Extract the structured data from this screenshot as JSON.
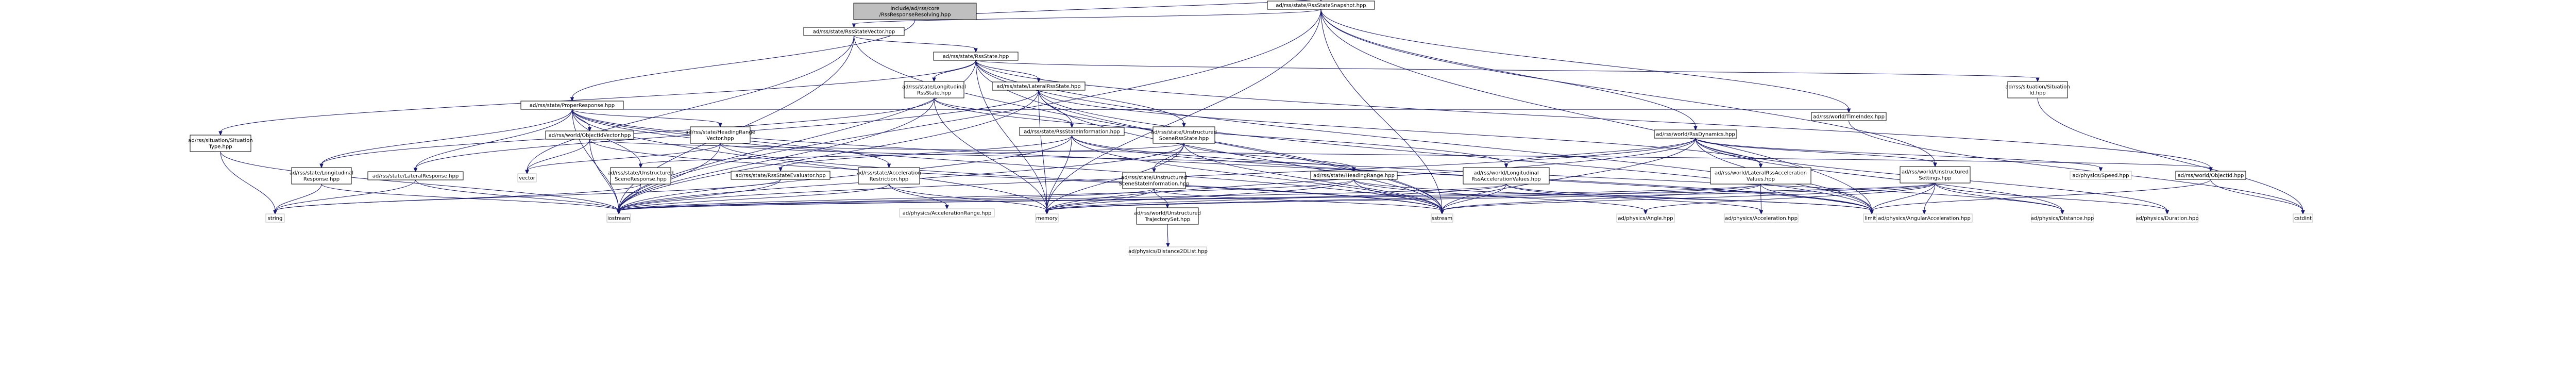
{
  "colors": {
    "root_fill": "#bfbfbf",
    "node_fill": "#ffffff",
    "external_fill": "#ffffff",
    "linked_stroke": "#000000",
    "external_stroke": "#bfbfbf",
    "edge": "#191970"
  },
  "nodes": [
    {
      "id": "root",
      "label": [
        "include/ad/rss/core",
        "/RssResponseResolving.hpp"
      ],
      "kind": "root"
    },
    {
      "id": "snapshot",
      "label": [
        "ad/rss/state/RssStateSnapshot.hpp"
      ],
      "kind": "file"
    },
    {
      "id": "stateVector",
      "label": [
        "ad/rss/state/RssStateVector.hpp"
      ],
      "kind": "file"
    },
    {
      "id": "properResponse",
      "label": [
        "ad/rss/state/ProperResponse.hpp"
      ],
      "kind": "file"
    },
    {
      "id": "rssState",
      "label": [
        "ad/rss/state/RssState.hpp"
      ],
      "kind": "file"
    },
    {
      "id": "longState",
      "label": [
        "ad/rss/state/Longitudinal",
        "RssState.hpp"
      ],
      "kind": "file"
    },
    {
      "id": "latState",
      "label": [
        "ad/rss/state/LateralRssState.hpp"
      ],
      "kind": "file"
    },
    {
      "id": "situationId",
      "label": [
        "ad/rss/situation/Situation",
        "Id.hpp"
      ],
      "kind": "file"
    },
    {
      "id": "situationType",
      "label": [
        "ad/rss/situation/Situation",
        "Type.hpp"
      ],
      "kind": "file"
    },
    {
      "id": "objIdVector",
      "label": [
        "ad/rss/world/ObjectIdVector.hpp"
      ],
      "kind": "file"
    },
    {
      "id": "headingRangeVector",
      "label": [
        "ad/rss/state/HeadingRange",
        "Vector.hpp"
      ],
      "kind": "file"
    },
    {
      "id": "stateInfo",
      "label": [
        "ad/rss/state/RssStateInformation.hpp"
      ],
      "kind": "file"
    },
    {
      "id": "unstructuredState",
      "label": [
        "ad/rss/state/Unstructured",
        "SceneRssState.hpp"
      ],
      "kind": "file"
    },
    {
      "id": "timeIndex",
      "label": [
        "ad/rss/world/TimeIndex.hpp"
      ],
      "kind": "file"
    },
    {
      "id": "rssDynamics",
      "label": [
        "ad/rss/world/RssDynamics.hpp"
      ],
      "kind": "file"
    },
    {
      "id": "longResponse",
      "label": [
        "ad/rss/state/Longitudinal",
        "Response.hpp"
      ],
      "kind": "file"
    },
    {
      "id": "latResponse",
      "label": [
        "ad/rss/state/LateralResponse.hpp"
      ],
      "kind": "file"
    },
    {
      "id": "unstructuredResponse",
      "label": [
        "ad/rss/state/Unstructured",
        "SceneResponse.hpp"
      ],
      "kind": "file"
    },
    {
      "id": "evaluator",
      "label": [
        "ad/rss/state/RssStateEvaluator.hpp"
      ],
      "kind": "file"
    },
    {
      "id": "accelRestriction",
      "label": [
        "ad/rss/state/Acceleration",
        "Restriction.hpp"
      ],
      "kind": "file"
    },
    {
      "id": "unstructuredInfo",
      "label": [
        "ad/rss/state/Unstructured",
        "SceneStateInformation.hpp"
      ],
      "kind": "file"
    },
    {
      "id": "headingRange",
      "label": [
        "ad/rss/state/HeadingRange.hpp"
      ],
      "kind": "file"
    },
    {
      "id": "longAccel",
      "label": [
        "ad/rss/world/Longitudinal",
        "RssAccelerationValues.hpp"
      ],
      "kind": "file"
    },
    {
      "id": "latAccel",
      "label": [
        "ad/rss/world/LateralRssAcceleration",
        "Values.hpp"
      ],
      "kind": "file"
    },
    {
      "id": "unstructuredSettings",
      "label": [
        "ad/rss/world/Unstructured",
        "Settings.hpp"
      ],
      "kind": "file"
    },
    {
      "id": "speed",
      "label": [
        "ad/physics/Speed.hpp"
      ],
      "kind": "external"
    },
    {
      "id": "objectId",
      "label": [
        "ad/rss/world/ObjectId.hpp"
      ],
      "kind": "file"
    },
    {
      "id": "trajSet",
      "label": [
        "ad/rss/world/Unstructured",
        "TrajectorySet.hpp"
      ],
      "kind": "file"
    },
    {
      "id": "accelRange",
      "label": [
        "ad/physics/AccelerationRange.hpp"
      ],
      "kind": "external"
    },
    {
      "id": "distance2d",
      "label": [
        "ad/physics/Distance2DList.hpp"
      ],
      "kind": "external"
    },
    {
      "id": "vector",
      "label": [
        "vector"
      ],
      "kind": "external"
    },
    {
      "id": "string",
      "label": [
        "string"
      ],
      "kind": "external"
    },
    {
      "id": "iostream",
      "label": [
        "iostream"
      ],
      "kind": "external"
    },
    {
      "id": "memory",
      "label": [
        "memory"
      ],
      "kind": "external"
    },
    {
      "id": "sstream",
      "label": [
        "sstream"
      ],
      "kind": "external"
    },
    {
      "id": "limits",
      "label": [
        "limits"
      ],
      "kind": "external"
    },
    {
      "id": "angle",
      "label": [
        "ad/physics/Angle.hpp"
      ],
      "kind": "external"
    },
    {
      "id": "acceleration",
      "label": [
        "ad/physics/Acceleration.hpp"
      ],
      "kind": "external"
    },
    {
      "id": "angularAccel",
      "label": [
        "ad/physics/AngularAcceleration.hpp"
      ],
      "kind": "external"
    },
    {
      "id": "distance",
      "label": [
        "ad/physics/Distance.hpp"
      ],
      "kind": "external"
    },
    {
      "id": "duration",
      "label": [
        "ad/physics/Duration.hpp"
      ],
      "kind": "external"
    },
    {
      "id": "cstdint",
      "label": [
        "cstdint"
      ],
      "kind": "external"
    }
  ],
  "edges": [
    [
      "root",
      "snapshot"
    ],
    [
      "root",
      "properResponse"
    ],
    [
      "snapshot",
      "stateVector"
    ],
    [
      "snapshot",
      "rssDynamics"
    ],
    [
      "snapshot",
      "timeIndex"
    ],
    [
      "snapshot",
      "iostream"
    ],
    [
      "snapshot",
      "memory"
    ],
    [
      "snapshot",
      "sstream"
    ],
    [
      "snapshot",
      "limits"
    ],
    [
      "snapshot",
      "unstructuredSettings"
    ],
    [
      "stateVector",
      "rssState"
    ],
    [
      "stateVector",
      "vector"
    ],
    [
      "stateVector",
      "iostream"
    ],
    [
      "stateVector",
      "sstream"
    ],
    [
      "rssState",
      "longState"
    ],
    [
      "rssState",
      "latState"
    ],
    [
      "rssState",
      "unstructuredState"
    ],
    [
      "rssState",
      "situationType"
    ],
    [
      "rssState",
      "situationId"
    ],
    [
      "rssState",
      "objectId"
    ],
    [
      "rssState",
      "iostream"
    ],
    [
      "rssState",
      "memory"
    ],
    [
      "rssState",
      "sstream"
    ],
    [
      "rssState",
      "limits"
    ],
    [
      "longState",
      "longResponse"
    ],
    [
      "longState",
      "longAccel"
    ],
    [
      "longState",
      "stateInfo"
    ],
    [
      "longState",
      "iostream"
    ],
    [
      "longState",
      "memory"
    ],
    [
      "latState",
      "latResponse"
    ],
    [
      "latState",
      "latAccel"
    ],
    [
      "latState",
      "stateInfo"
    ],
    [
      "latState",
      "iostream"
    ],
    [
      "latState",
      "memory"
    ],
    [
      "latState",
      "sstream"
    ],
    [
      "latState",
      "limits"
    ],
    [
      "unstructuredState",
      "unstructuredResponse"
    ],
    [
      "unstructuredState",
      "unstructuredInfo"
    ],
    [
      "unstructuredState",
      "headingRange"
    ],
    [
      "unstructuredState",
      "iostream"
    ],
    [
      "unstructuredState",
      "memory"
    ],
    [
      "unstructuredState",
      "sstream"
    ],
    [
      "situationId",
      "cstdint"
    ],
    [
      "situationType",
      "iostream"
    ],
    [
      "situationType",
      "string"
    ],
    [
      "properResponse",
      "objIdVector"
    ],
    [
      "properResponse",
      "headingRangeVector"
    ],
    [
      "properResponse",
      "longResponse"
    ],
    [
      "properResponse",
      "latResponse"
    ],
    [
      "properResponse",
      "unstructuredResponse"
    ],
    [
      "properResponse",
      "accelRestriction"
    ],
    [
      "properResponse",
      "timeIndex"
    ],
    [
      "properResponse",
      "iostream"
    ],
    [
      "properResponse",
      "memory"
    ],
    [
      "properResponse",
      "sstream"
    ],
    [
      "properResponse",
      "limits"
    ],
    [
      "objIdVector",
      "objectId"
    ],
    [
      "objIdVector",
      "vector"
    ],
    [
      "objIdVector",
      "iostream"
    ],
    [
      "objIdVector",
      "sstream"
    ],
    [
      "headingRangeVector",
      "headingRange"
    ],
    [
      "headingRangeVector",
      "vector"
    ],
    [
      "headingRangeVector",
      "iostream"
    ],
    [
      "headingRangeVector",
      "sstream"
    ],
    [
      "stateInfo",
      "evaluator"
    ],
    [
      "stateInfo",
      "distance"
    ],
    [
      "stateInfo",
      "iostream"
    ],
    [
      "stateInfo",
      "memory"
    ],
    [
      "stateInfo",
      "sstream"
    ],
    [
      "stateInfo",
      "limits"
    ],
    [
      "timeIndex",
      "cstdint"
    ],
    [
      "rssDynamics",
      "longAccel"
    ],
    [
      "rssDynamics",
      "latAccel"
    ],
    [
      "rssDynamics",
      "unstructuredSettings"
    ],
    [
      "rssDynamics",
      "speed"
    ],
    [
      "rssDynamics",
      "distance"
    ],
    [
      "rssDynamics",
      "duration"
    ],
    [
      "rssDynamics",
      "iostream"
    ],
    [
      "rssDynamics",
      "memory"
    ],
    [
      "rssDynamics",
      "sstream"
    ],
    [
      "rssDynamics",
      "limits"
    ],
    [
      "longResponse",
      "iostream"
    ],
    [
      "longResponse",
      "string"
    ],
    [
      "latResponse",
      "iostream"
    ],
    [
      "latResponse",
      "string"
    ],
    [
      "unstructuredResponse",
      "iostream"
    ],
    [
      "unstructuredResponse",
      "string"
    ],
    [
      "evaluator",
      "iostream"
    ],
    [
      "evaluator",
      "string"
    ],
    [
      "accelRestriction",
      "accelRange"
    ],
    [
      "accelRestriction",
      "iostream"
    ],
    [
      "accelRestriction",
      "memory"
    ],
    [
      "unstructuredInfo",
      "trajSet"
    ],
    [
      "unstructuredInfo",
      "iostream"
    ],
    [
      "unstructuredInfo",
      "memory"
    ],
    [
      "unstructuredInfo",
      "sstream"
    ],
    [
      "trajSet",
      "distance2d"
    ],
    [
      "headingRange",
      "angle"
    ],
    [
      "headingRange",
      "iostream"
    ],
    [
      "headingRange",
      "memory"
    ],
    [
      "headingRange",
      "sstream"
    ],
    [
      "headingRange",
      "limits"
    ],
    [
      "longAccel",
      "acceleration"
    ],
    [
      "longAccel",
      "iostream"
    ],
    [
      "longAccel",
      "memory"
    ],
    [
      "longAccel",
      "sstream"
    ],
    [
      "longAccel",
      "limits"
    ],
    [
      "latAccel",
      "acceleration"
    ],
    [
      "latAccel",
      "iostream"
    ],
    [
      "latAccel",
      "memory"
    ],
    [
      "latAccel",
      "sstream"
    ],
    [
      "latAccel",
      "limits"
    ],
    [
      "unstructuredSettings",
      "angle"
    ],
    [
      "unstructuredSettings",
      "angularAccel"
    ],
    [
      "unstructuredSettings",
      "distance"
    ],
    [
      "unstructuredSettings",
      "duration"
    ],
    [
      "unstructuredSettings",
      "iostream"
    ],
    [
      "unstructuredSettings",
      "memory"
    ],
    [
      "unstructuredSettings",
      "sstream"
    ],
    [
      "unstructuredSettings",
      "limits"
    ],
    [
      "objectId",
      "cstdint"
    ],
    [
      "objectId",
      "limits"
    ]
  ]
}
